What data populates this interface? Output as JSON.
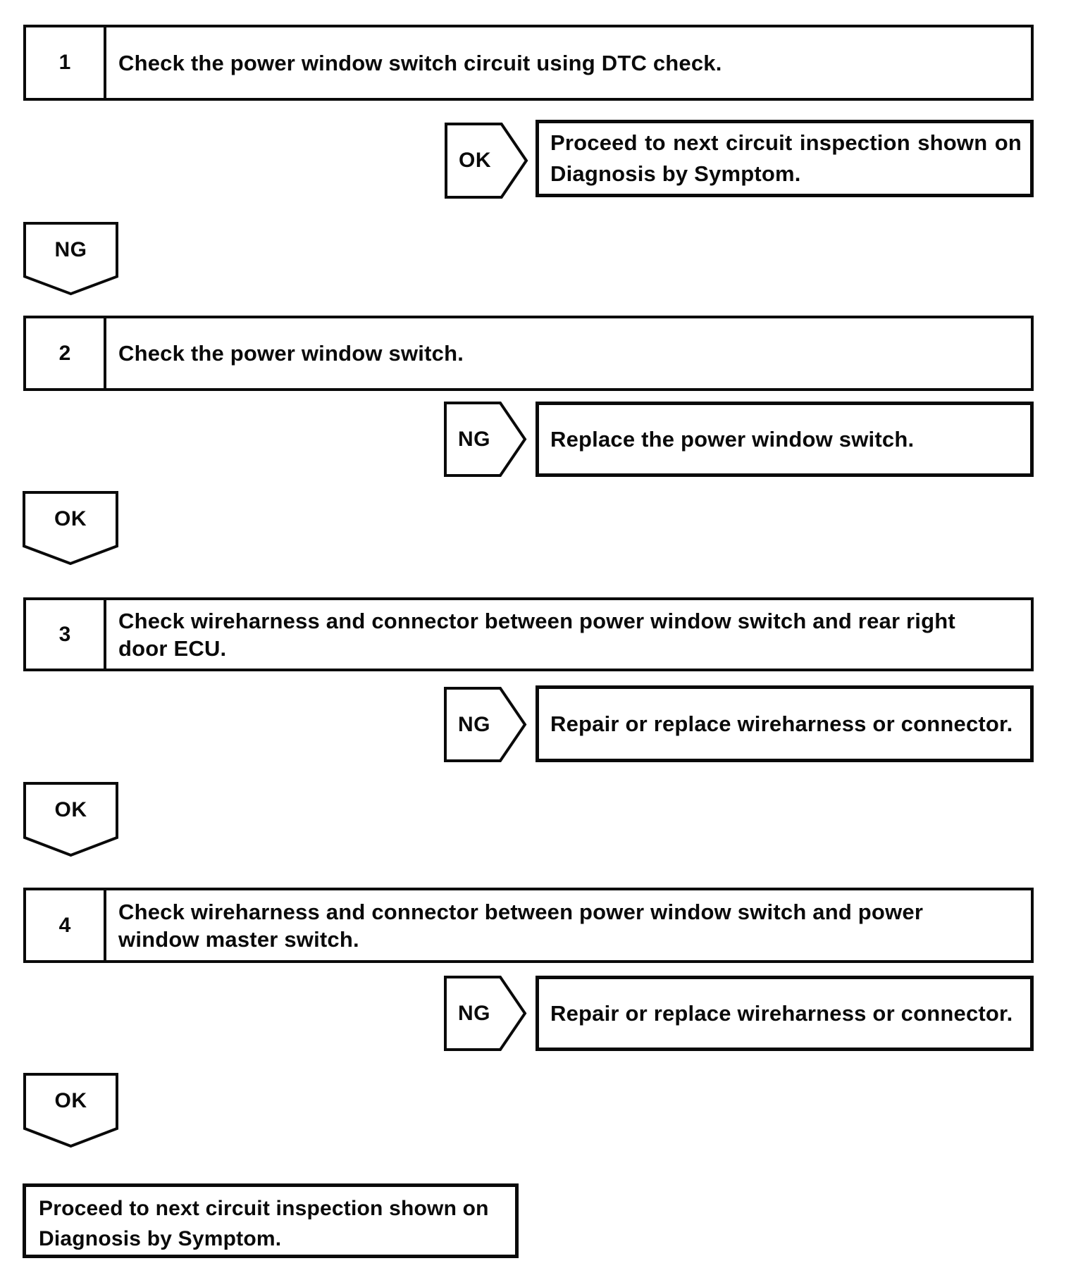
{
  "ink_color": "#0a0a0a",
  "steps": [
    {
      "num": "1",
      "line1": "Check the power window switch circuit using DTC check.",
      "line2": ""
    },
    {
      "num": "2",
      "line1": "Check the power window switch.",
      "line2": ""
    },
    {
      "num": "3",
      "line1": "Check wireharness and connector between power window switch and rear right",
      "line2": "door ECU."
    },
    {
      "num": "4",
      "line1": "Check wireharness and connector between power window switch and power",
      "line2": "window master switch."
    }
  ],
  "branches": [
    {
      "label": "OK",
      "result_line1": "Proceed to next circuit inspection shown on",
      "result_line2": "Diagnosis by Symptom."
    },
    {
      "label": "NG",
      "result_line1": "Replace the power window switch.",
      "result_line2": ""
    },
    {
      "label": "NG",
      "result_line1": "Repair or replace wireharness or connector.",
      "result_line2": ""
    },
    {
      "label": "NG",
      "result_line1": "Repair or replace wireharness or connector.",
      "result_line2": ""
    }
  ],
  "down_connectors": [
    "NG",
    "OK",
    "OK",
    "OK"
  ],
  "end_box": {
    "line1": "Proceed to next circuit inspection shown on",
    "line2": "Diagnosis by Symptom."
  }
}
